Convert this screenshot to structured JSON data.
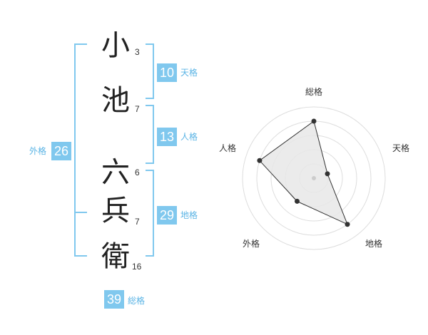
{
  "name_chars": [
    {
      "char": "小",
      "strokes": "3"
    },
    {
      "char": "池",
      "strokes": "7"
    },
    {
      "char": "六",
      "strokes": "6"
    },
    {
      "char": "兵",
      "strokes": "7"
    },
    {
      "char": "衛",
      "strokes": "16"
    }
  ],
  "fortunes": {
    "tenkaku": {
      "value": "10",
      "label": "天格"
    },
    "jinkaku": {
      "value": "13",
      "label": "人格"
    },
    "chikaku": {
      "value": "29",
      "label": "地格"
    },
    "gaikaku": {
      "value": "26",
      "label": "外格"
    },
    "soukaku": {
      "value": "39",
      "label": "総格"
    }
  },
  "radar": {
    "axes": [
      "総格",
      "天格",
      "地格",
      "外格",
      "人格"
    ],
    "values": [
      0.8,
      0.2,
      0.8,
      0.4,
      0.8
    ],
    "rings": 5
  },
  "colors": {
    "accent": "#80c8ee",
    "accent_text": "#5bb4e5",
    "radar_fill": "#e8e8e8",
    "ring": "#dddddd"
  }
}
